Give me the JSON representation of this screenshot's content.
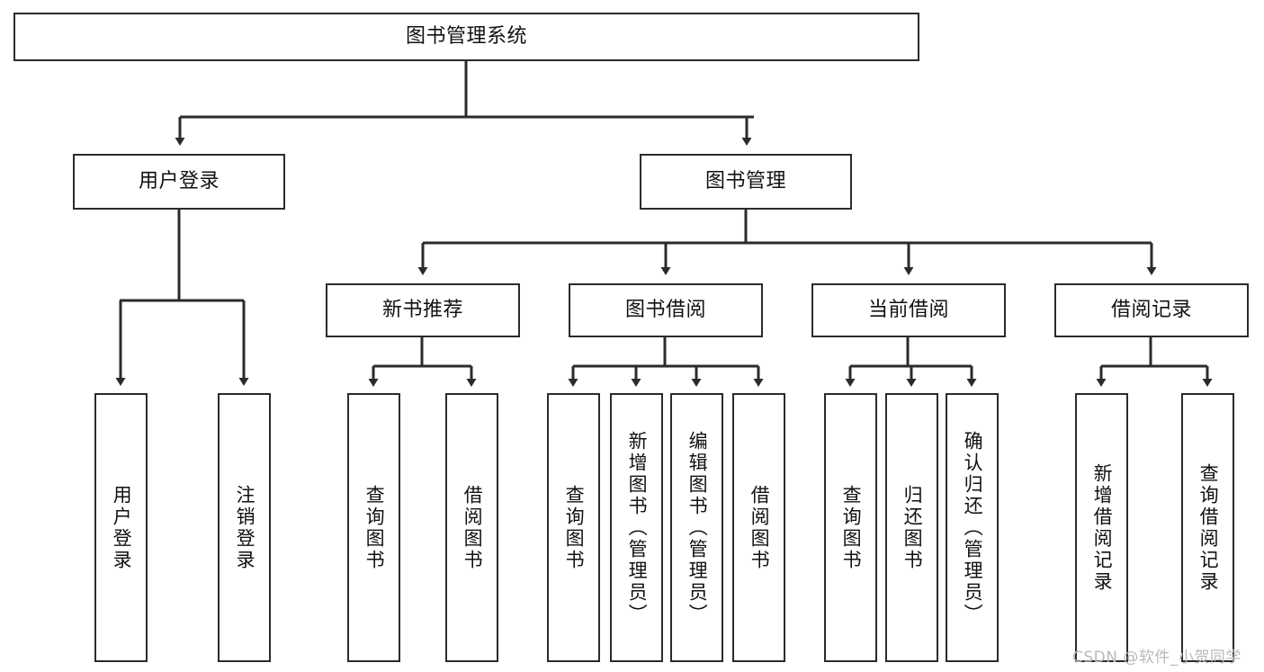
{
  "diagram": {
    "title": "图书管理系统",
    "type": "hierarchy-tree",
    "root": {
      "id": "root",
      "label": "图书管理系统"
    },
    "level2": [
      {
        "id": "user-login",
        "label": "用户登录"
      },
      {
        "id": "book-manage",
        "label": "图书管理"
      }
    ],
    "level3": [
      {
        "id": "new-book-recommend",
        "label": "新书推荐",
        "parent": "book-manage"
      },
      {
        "id": "book-borrow",
        "label": "图书借阅",
        "parent": "book-manage"
      },
      {
        "id": "current-borrow",
        "label": "当前借阅",
        "parent": "book-manage"
      },
      {
        "id": "borrow-record",
        "label": "借阅记录",
        "parent": "book-manage"
      }
    ],
    "leaves": [
      {
        "id": "leaf-user-login",
        "label": "用户登录",
        "parent": "user-login"
      },
      {
        "id": "leaf-logout-login",
        "label": "注销登录",
        "parent": "user-login"
      },
      {
        "id": "leaf-query-book-1",
        "label": "查询图书",
        "parent": "new-book-recommend"
      },
      {
        "id": "leaf-borrow-book-1",
        "label": "借阅图书",
        "parent": "new-book-recommend"
      },
      {
        "id": "leaf-query-book-2",
        "label": "查询图书",
        "parent": "book-borrow"
      },
      {
        "id": "leaf-add-book",
        "label": "新增图书（管理员）",
        "parent": "book-borrow"
      },
      {
        "id": "leaf-edit-book",
        "label": "编辑图书（管理员）",
        "parent": "book-borrow"
      },
      {
        "id": "leaf-borrow-book-2",
        "label": "借阅图书",
        "parent": "book-borrow"
      },
      {
        "id": "leaf-query-book-3",
        "label": "查询图书",
        "parent": "current-borrow"
      },
      {
        "id": "leaf-return-book",
        "label": "归还图书",
        "parent": "current-borrow"
      },
      {
        "id": "leaf-confirm-return",
        "label": "确认归还（管理员）",
        "parent": "current-borrow"
      },
      {
        "id": "leaf-add-record",
        "label": "新增借阅记录",
        "parent": "borrow-record"
      },
      {
        "id": "leaf-query-record",
        "label": "查询借阅记录",
        "parent": "borrow-record"
      }
    ],
    "watermark": "CSDN @软件_小贺同学",
    "colors": {
      "stroke": "#2b2b2b",
      "fill": "#ffffff",
      "text": "#111111",
      "watermark": "#b9b9b9"
    }
  }
}
